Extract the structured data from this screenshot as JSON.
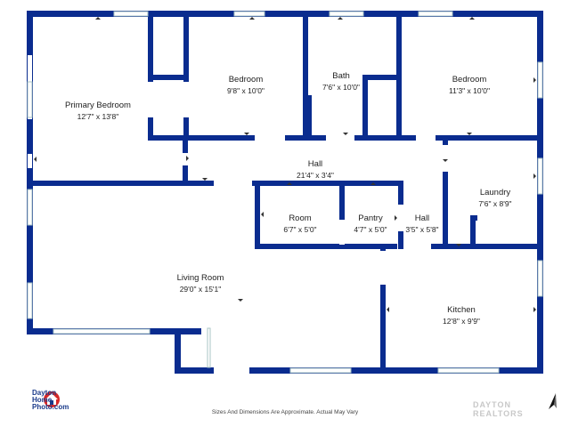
{
  "rooms": {
    "primary_bedroom": {
      "name": "Primary Bedroom",
      "dims": "12'7\" x 13'8\""
    },
    "bedroom_1": {
      "name": "Bedroom",
      "dims": "9'8\" x 10'0\""
    },
    "bath": {
      "name": "Bath",
      "dims": "7'6\" x 10'0\""
    },
    "bedroom_2": {
      "name": "Bedroom",
      "dims": "11'3\" x 10'0\""
    },
    "hall_main": {
      "name": "Hall",
      "dims": "21'4\" x 3'4\""
    },
    "room": {
      "name": "Room",
      "dims": "6'7\" x 5'0\""
    },
    "pantry": {
      "name": "Pantry",
      "dims": "4'7\" x 5'0\""
    },
    "hall_small": {
      "name": "Hall",
      "dims": "3'5\" x 5'8\""
    },
    "laundry": {
      "name": "Laundry",
      "dims": "7'6\" x 8'9\""
    },
    "living_room": {
      "name": "Living Room",
      "dims": "29'0\" x 15'1\""
    },
    "kitchen": {
      "name": "Kitchen",
      "dims": "12'8\" x 9'9\""
    }
  },
  "logo": {
    "line1": "Dayton",
    "line2": "Home",
    "line3": "Photo.com"
  },
  "disclaimer": "Sizes And Dimensions Are Approximate. Actual May Vary",
  "watermark": {
    "line1": "DAYTON",
    "line2": "REALTORS"
  },
  "colors": {
    "wall": "#0a2c8f",
    "window": "#a9c4c4",
    "text": "#222222"
  }
}
